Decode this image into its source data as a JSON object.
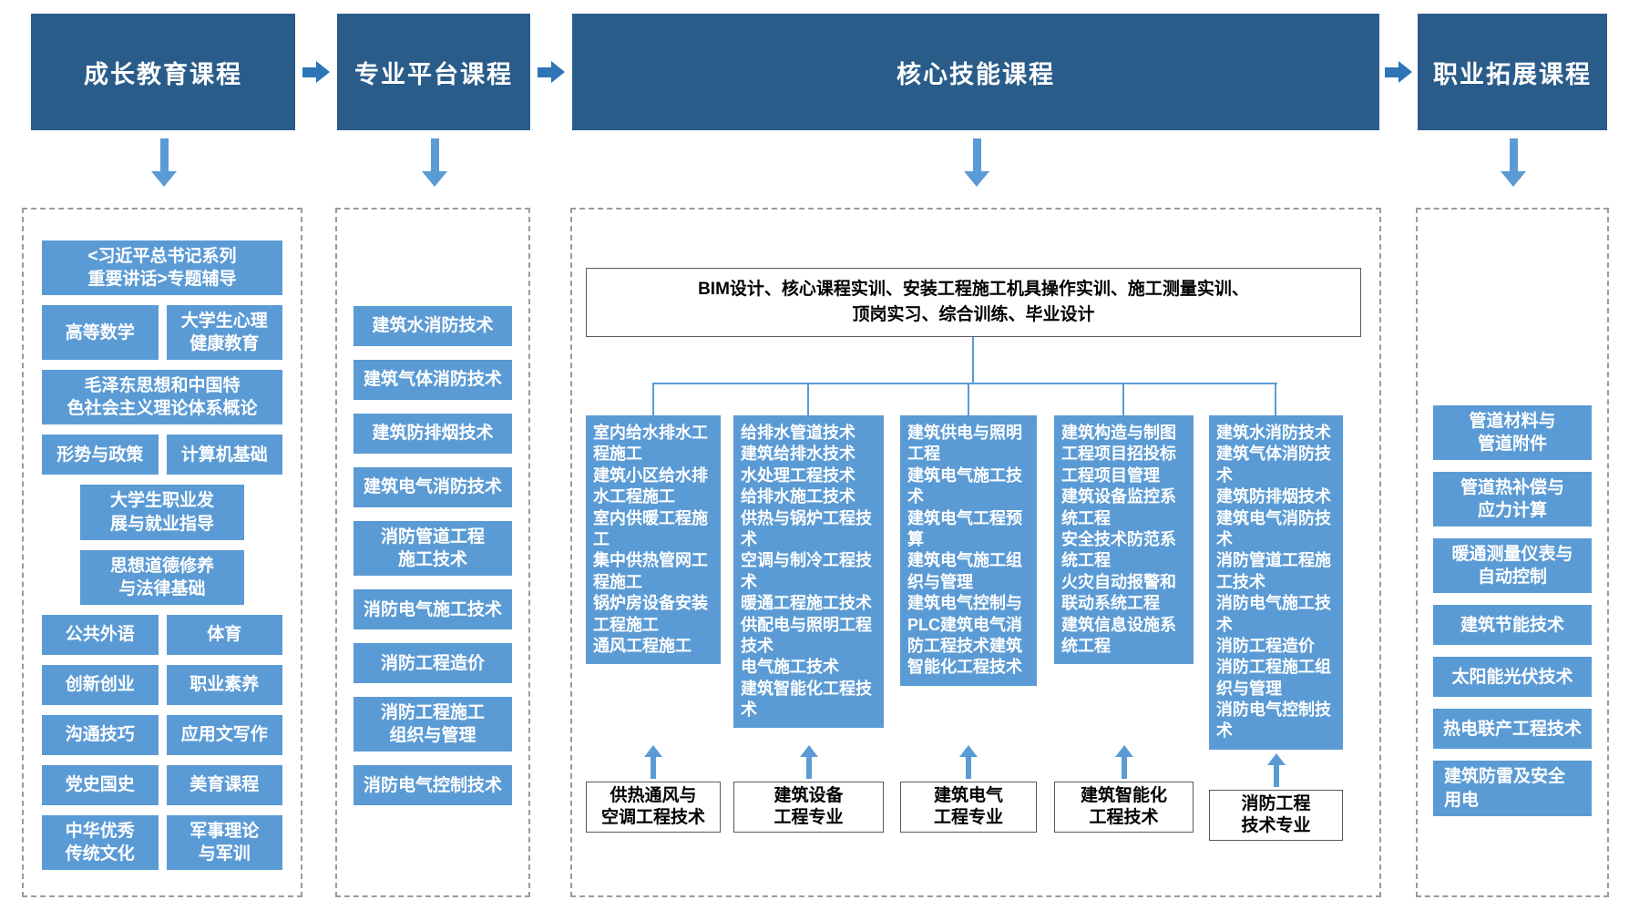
{
  "headers": [
    "成长教育课程",
    "专业平台课程",
    "核心技能课程",
    "职业拓展课程"
  ],
  "colors": {
    "header_bg": "#2a5c8a",
    "course_box_bg": "#5b9bd5",
    "flow_arrow": "#2e75b6",
    "connector_line": "#5b9bd5",
    "white_box_border": "#595959",
    "dashed_border": "#9a9a9a"
  },
  "col1": {
    "items": [
      "<习近平总书记系列\n重要讲话>专题辅导",
      "高等数学",
      "大学生心理\n健康教育",
      "毛泽东思想和中国特\n色社会主义理论体系概论",
      "形势与政策",
      "计算机基础",
      "大学生职业发\n展与就业指导",
      "思想道德修养\n与法律基础",
      "公共外语",
      "体育",
      "创新创业",
      "职业素养",
      "沟通技巧",
      "应用文写作",
      "党史国史",
      "美育课程",
      "中华优秀\n传统文化",
      "军事理论\n与军训"
    ]
  },
  "col2": {
    "items": [
      "建筑水消防技术",
      "建筑气体消防技术",
      "建筑防排烟技术",
      "建筑电气消防技术",
      "消防管道工程\n施工技术",
      "消防电气施工技术",
      "消防工程造价",
      "消防工程施工\n组织与管理",
      "消防电气控制技术"
    ]
  },
  "col3": {
    "top_box": "BIM设计、核心课程实训、安装工程施工机具操作实训、施工测量实训、\n顶岗实习、综合训练、毕业设计",
    "groups": [
      {
        "courses": [
          "室内给水排水工程施工",
          "建筑小区给水排水工程施工",
          "室内供暖工程施工",
          "集中供热管网工程施工",
          "锅炉房设备安装工程施工",
          "通风工程施工"
        ],
        "major": "供热通风与\n空调工程技术"
      },
      {
        "courses": [
          "给排水管道技术",
          "建筑给排水技术",
          "水处理工程技术",
          "给排水施工技术",
          "供热与锅炉工程技术",
          "空调与制冷工程技术",
          "暖通工程施工技术",
          "供配电与照明工程技术",
          "电气施工技术",
          "建筑智能化工程技术"
        ],
        "major": "建筑设备\n工程专业"
      },
      {
        "courses": [
          "建筑供电与照明工程",
          "建筑电气施工技术",
          "建筑电气工程预算",
          "建筑电气施工组织与管理",
          "建筑电气控制与PLC建筑电气消防工程技术建筑智能化工程技术"
        ],
        "major": "建筑电气\n工程专业"
      },
      {
        "courses": [
          "建筑构造与制图",
          "工程项目招投标",
          "工程项目管理",
          "建筑设备监控系统工程",
          "安全技术防范系统工程",
          "火灾自动报警和联动系统工程",
          "建筑信息设施系统工程"
        ],
        "major": "建筑智能化\n工程技术"
      },
      {
        "courses": [
          "建筑水消防技术",
          "建筑气体消防技术",
          "建筑防排烟技术",
          "建筑电气消防技术",
          "消防管道工程施工技术",
          "消防电气施工技术",
          "消防工程造价",
          "消防工程施工组织与管理",
          "消防电气控制技术"
        ],
        "major": "消防工程\n技术专业"
      }
    ]
  },
  "col4": {
    "items": [
      "管道材料与\n管道附件",
      "管道热补偿与\n应力计算",
      "暖通测量仪表与\n自动控制",
      "建筑节能技术",
      "太阳能光伏技术",
      "热电联产工程技术",
      "建筑防雷及安全\n用电"
    ]
  }
}
